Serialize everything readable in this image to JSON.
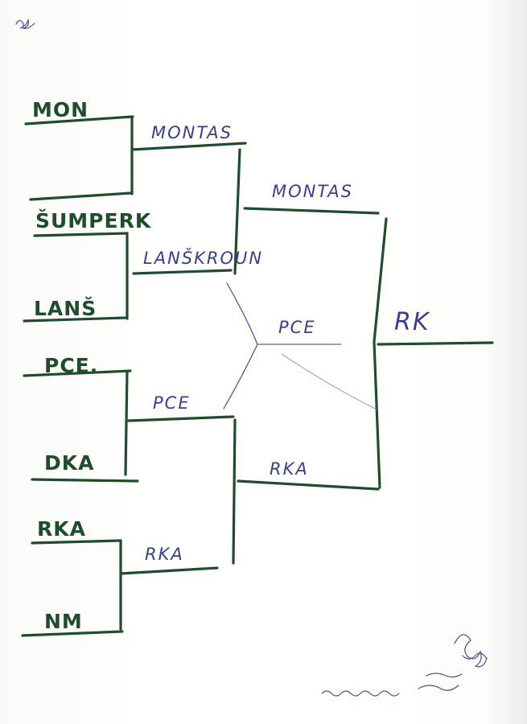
{
  "bracket": {
    "round1": [
      {
        "team_a": "MON",
        "team_b": "",
        "winner": "MONTAS"
      },
      {
        "team_a": "ŠUMPERK",
        "team_b": "LANŠ",
        "winner": "LANŠKROUN"
      },
      {
        "team_a": "PCE.",
        "team_b": "DKA",
        "winner": "PCE"
      },
      {
        "team_a": "RKA",
        "team_b": "NM",
        "winner": "RKA"
      }
    ],
    "semifinals": [
      {
        "winner": "MONTAS"
      },
      {
        "winner": "RKA"
      }
    ],
    "crossed_winner": "PCE",
    "champion": "RK"
  },
  "colors": {
    "marker": "#1f4d2c",
    "pen": "#3a3f8a",
    "paper": "#ffffff"
  }
}
